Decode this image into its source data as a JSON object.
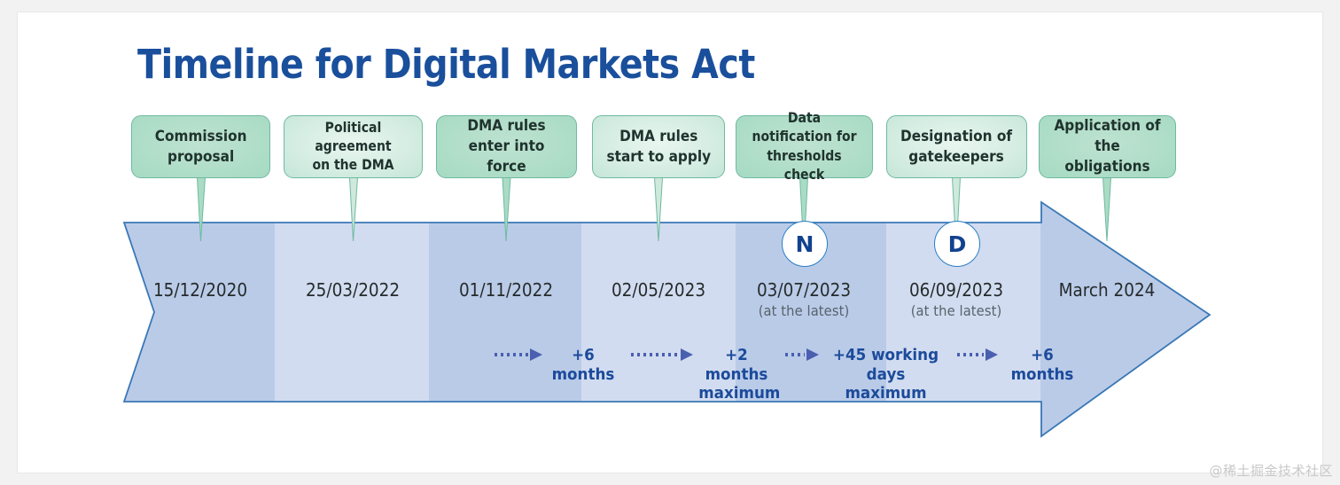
{
  "page": {
    "title": "Timeline for Digital Markets Act",
    "watermark": "@稀土掘金技术社区"
  },
  "colors": {
    "title": "#1a4f9c",
    "band_dark": "#bacbe8",
    "band_light": "#d2dcf0",
    "band_stroke": "#3a78b5",
    "callout_green": "#a9d9c4",
    "callout_border": "#6fb9a2",
    "marker_border": "#2a7ec4",
    "marker_text": "#12428e",
    "duration_text": "#1c4b9b",
    "date_text": "#252b2b",
    "date_sub_text": "#58626b"
  },
  "callouts": [
    {
      "label": "Commission\nproposal",
      "shade": "dark",
      "size": "md"
    },
    {
      "label": "Political agreement\non the DMA",
      "shade": "light",
      "size": "sm"
    },
    {
      "label": "DMA rules\nenter into force",
      "shade": "dark",
      "size": "md"
    },
    {
      "label": "DMA rules\nstart to apply",
      "shade": "light",
      "size": "md"
    },
    {
      "label": "Data notification for\nthresholds check",
      "shade": "dark",
      "size": "sm"
    },
    {
      "label": "Designation of\ngatekeepers",
      "shade": "light",
      "size": "md"
    },
    {
      "label": "Application of\nthe obligations",
      "shade": "dark",
      "size": "md"
    }
  ],
  "milestones": [
    {
      "date": "15/12/2020",
      "note": ""
    },
    {
      "date": "25/03/2022",
      "note": ""
    },
    {
      "date": "01/11/2022",
      "note": ""
    },
    {
      "date": "02/05/2023",
      "note": ""
    },
    {
      "date": "03/07/2023",
      "note": "(at the latest)"
    },
    {
      "date": "06/09/2023",
      "note": "(at the latest)"
    },
    {
      "date": "March 2024",
      "note": ""
    }
  ],
  "markers": [
    {
      "letter": "N"
    },
    {
      "letter": "D"
    }
  ],
  "durations": [
    {
      "label": "+6 months"
    },
    {
      "label": "+2 months\nmaximum"
    },
    {
      "label": "+45 working days\nmaximum"
    },
    {
      "label": "+6 months"
    }
  ]
}
